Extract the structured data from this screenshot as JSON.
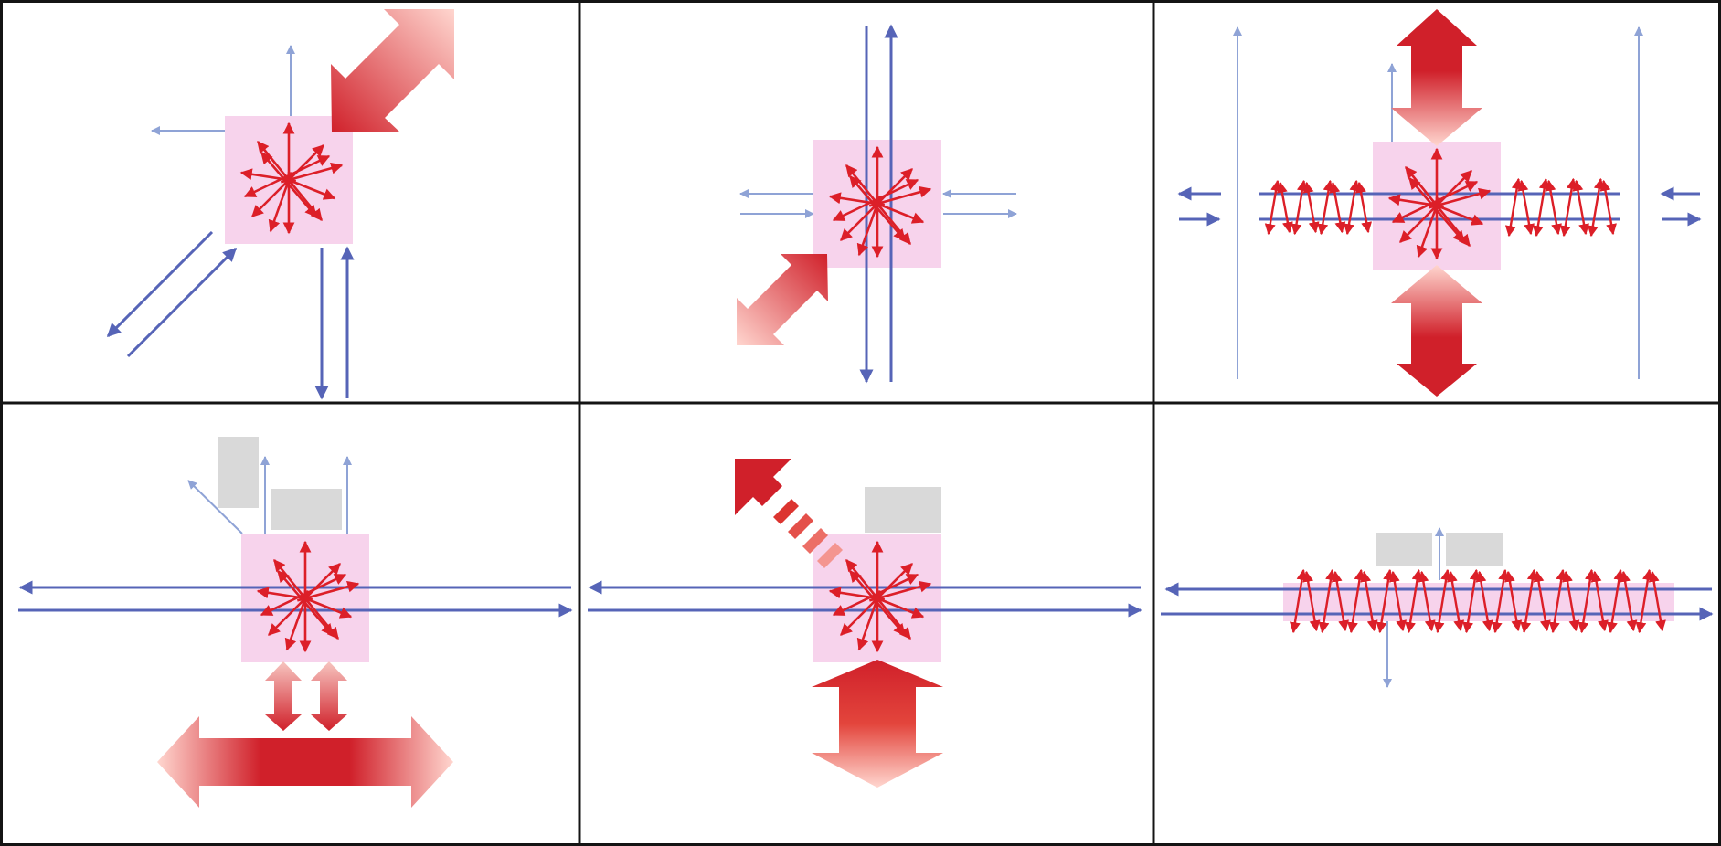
{
  "figure": {
    "layout": {
      "rows": 2,
      "cols": 3
    },
    "panels": [
      {
        "id": "panel-1",
        "scene": "single-cell-diagonal-input"
      },
      {
        "id": "panel-2",
        "scene": "single-cell-vertical-guides"
      },
      {
        "id": "panel-3",
        "scene": "cell-with-horizontal-guide-scatter"
      },
      {
        "id": "panel-4",
        "scene": "cell-with-detectors-and-wide-arrow"
      },
      {
        "id": "panel-5",
        "scene": "cell-with-dashed-diagonal-output"
      },
      {
        "id": "panel-6",
        "scene": "extended-horizontal-scatter-band"
      }
    ]
  },
  "colors": {
    "border": "#141414",
    "cell_fill": "#f7d3ec",
    "scatter_arrow": "#dc1f28",
    "beam_dark": "#5664b7",
    "beam_light": "#8fa3d6",
    "beam_arrow_dark": "#d0202a",
    "beam_arrow_light": "#ffd8d2",
    "detector": "#d9d9d9"
  }
}
